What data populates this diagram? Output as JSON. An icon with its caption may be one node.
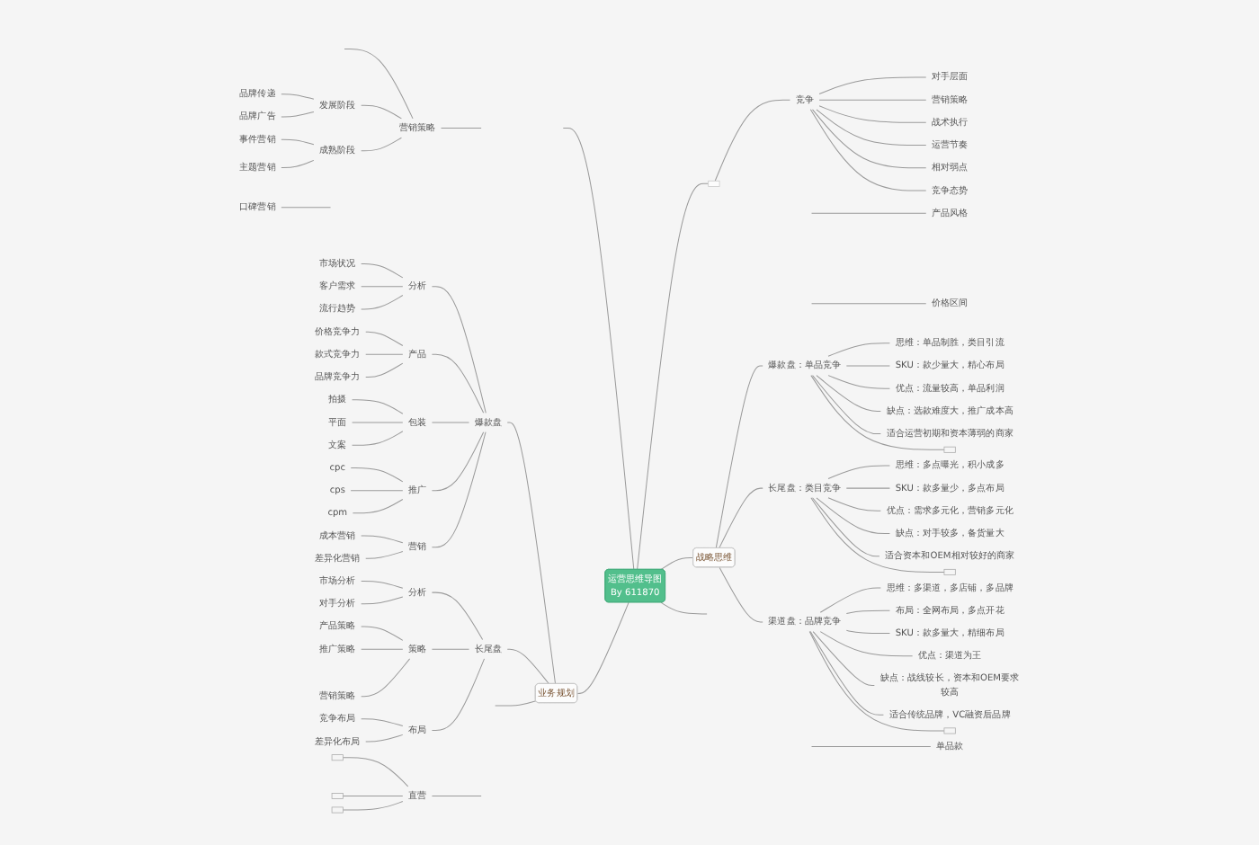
{
  "diagram": {
    "nodes": [
      {
        "text": [
          "运营思维导图",
          "By 611870"
        ]
      },
      {
        "text": [
          "营销策略"
        ]
      },
      {
        "text": [
          "口碑营销"
        ]
      },
      {
        "text": [
          "发展阶段"
        ]
      },
      {
        "text": [
          "品牌传递"
        ]
      },
      {
        "text": [
          "品牌广告"
        ]
      },
      {
        "text": [
          "成熟阶段"
        ]
      },
      {
        "text": [
          "事件营销"
        ]
      },
      {
        "text": [
          "主题营销"
        ]
      },
      {
        "text": [],
        "shape": "box"
      },
      {
        "text": [
          "产品风格"
        ]
      },
      {
        "text": [
          "价格区间"
        ]
      },
      {
        "text": [
          "竞争"
        ]
      },
      {
        "text": [
          "对手层面"
        ]
      },
      {
        "text": [
          "营销策略"
        ]
      },
      {
        "text": [
          "战术执行"
        ]
      },
      {
        "text": [
          "运营节奏"
        ]
      },
      {
        "text": [
          "相对弱点"
        ]
      },
      {
        "text": [
          "竞争态势"
        ]
      },
      {
        "text": [
          "战略思维"
        ]
      },
      {
        "text": [
          "爆款盘：单品竞争"
        ]
      },
      {
        "text": [
          "思维：单品制胜，类目引流"
        ]
      },
      {
        "text": [
          "SKU：款少量大，精心布局"
        ]
      },
      {
        "text": [
          "优点：流量较高，单品利润"
        ]
      },
      {
        "text": [
          "缺点：选款难度大，推广成本高"
        ]
      },
      {
        "text": [
          "适合运营初期和资本薄弱的商家"
        ]
      },
      {
        "text": [],
        "shape": "box"
      },
      {
        "text": [
          "长尾盘：类目竞争"
        ]
      },
      {
        "text": [
          "思维：多点曝光，积小成多"
        ]
      },
      {
        "text": [
          "SKU：款多量少，多点布局"
        ]
      },
      {
        "text": [
          "优点：需求多元化，营销多元化"
        ]
      },
      {
        "text": [
          "缺点：对手较多，备货量大"
        ]
      },
      {
        "text": [
          "适合资本和OEM相对较好的商家"
        ]
      },
      {
        "text": [],
        "shape": "box"
      },
      {
        "text": [
          "渠道盘：品牌竞争"
        ]
      },
      {
        "text": [
          "思维：多渠道，多店铺，多品牌"
        ]
      },
      {
        "text": [
          "布局：全网布局，多点开花"
        ]
      },
      {
        "text": [
          "SKU：款多量大，精细布局"
        ]
      },
      {
        "text": [
          "优点：渠道为王"
        ]
      },
      {
        "text": [
          "缺点：战线较长，资本和OEM要求较高"
        ]
      },
      {
        "text": [
          "适合传统品牌，VC融资后品牌"
        ]
      },
      {
        "text": [],
        "shape": "box"
      },
      {
        "text": [
          "单品款"
        ]
      },
      {
        "text": [
          "业务规划"
        ]
      },
      {
        "text": [
          "爆款盘"
        ]
      },
      {
        "text": [
          "分析"
        ]
      },
      {
        "text": [
          "市场状况"
        ]
      },
      {
        "text": [
          "客户需求"
        ]
      },
      {
        "text": [
          "流行趋势"
        ]
      },
      {
        "text": [
          "产品"
        ]
      },
      {
        "text": [
          "价格竞争力"
        ]
      },
      {
        "text": [
          "款式竞争力"
        ]
      },
      {
        "text": [
          "品牌竞争力"
        ]
      },
      {
        "text": [
          "包装"
        ]
      },
      {
        "text": [
          "拍摄"
        ]
      },
      {
        "text": [
          "平面"
        ]
      },
      {
        "text": [
          "文案"
        ]
      },
      {
        "text": [
          "推广"
        ]
      },
      {
        "text": [
          "cpc"
        ]
      },
      {
        "text": [
          "cps"
        ]
      },
      {
        "text": [
          "cpm"
        ]
      },
      {
        "text": [
          "营销"
        ]
      },
      {
        "text": [
          "成本营销"
        ]
      },
      {
        "text": [
          "差异化营销"
        ]
      },
      {
        "text": [
          "长尾盘"
        ]
      },
      {
        "text": [
          "分析"
        ]
      },
      {
        "text": [
          "市场分析"
        ]
      },
      {
        "text": [
          "对手分析"
        ]
      },
      {
        "text": [
          "策略"
        ]
      },
      {
        "text": [
          "产品策略"
        ]
      },
      {
        "text": [
          "推广策略"
        ]
      },
      {
        "text": [
          "营销策略"
        ]
      },
      {
        "text": [
          "布局"
        ]
      },
      {
        "text": [
          "竞争布局"
        ]
      },
      {
        "text": [
          "差异化布局"
        ]
      },
      {
        "text": [
          "直营"
        ]
      },
      {
        "text": [],
        "shape": "box"
      },
      {
        "text": [],
        "shape": "box"
      },
      {
        "text": [],
        "shape": "box"
      }
    ],
    "edges": [
      {
        "from": null,
        "to": 0,
        "arrow": "none"
      },
      {
        "from": 0,
        "to": 9,
        "arrow": "none"
      },
      {
        "from": 0,
        "to": 19,
        "arrow": "none"
      },
      {
        "from": 43,
        "to": 0,
        "arrow": "none"
      },
      {
        "from": 0,
        "to": null,
        "arrow": "none"
      },
      {
        "from": 1,
        "to": null,
        "arrow": "none"
      },
      {
        "from": null,
        "to": 1,
        "arrow": "none"
      },
      {
        "from": 2,
        "to": null,
        "arrow": "none"
      },
      {
        "from": 3,
        "to": 1,
        "arrow": "none"
      },
      {
        "from": 4,
        "to": 3,
        "arrow": "none"
      },
      {
        "from": 5,
        "to": 3,
        "arrow": "none"
      },
      {
        "from": 6,
        "to": 1,
        "arrow": "none"
      },
      {
        "from": 7,
        "to": 6,
        "arrow": "none"
      },
      {
        "from": 8,
        "to": 6,
        "arrow": "none"
      },
      {
        "from": null,
        "to": 10,
        "arrow": "none"
      },
      {
        "from": null,
        "to": 11,
        "arrow": "none"
      },
      {
        "from": 9,
        "to": 12,
        "arrow": "none"
      },
      {
        "from": 12,
        "to": 13,
        "arrow": "none"
      },
      {
        "from": 12,
        "to": 14,
        "arrow": "none"
      },
      {
        "from": 12,
        "to": 15,
        "arrow": "none"
      },
      {
        "from": 12,
        "to": 16,
        "arrow": "none"
      },
      {
        "from": 12,
        "to": 17,
        "arrow": "none"
      },
      {
        "from": 12,
        "to": 18,
        "arrow": "none"
      },
      {
        "from": 19,
        "to": 20,
        "arrow": "none"
      },
      {
        "from": 20,
        "to": 21,
        "arrow": "none"
      },
      {
        "from": 20,
        "to": 22,
        "arrow": "none"
      },
      {
        "from": 20,
        "to": 23,
        "arrow": "none"
      },
      {
        "from": 20,
        "to": 24,
        "arrow": "none"
      },
      {
        "from": 20,
        "to": 25,
        "arrow": "none"
      },
      {
        "from": 20,
        "to": 26,
        "arrow": "none"
      },
      {
        "from": 19,
        "to": 27,
        "arrow": "none"
      },
      {
        "from": 27,
        "to": 28,
        "arrow": "none"
      },
      {
        "from": 27,
        "to": 29,
        "arrow": "none"
      },
      {
        "from": 27,
        "to": 30,
        "arrow": "none"
      },
      {
        "from": 27,
        "to": 31,
        "arrow": "none"
      },
      {
        "from": 27,
        "to": 32,
        "arrow": "none"
      },
      {
        "from": 27,
        "to": 33,
        "arrow": "none"
      },
      {
        "from": 19,
        "to": 34,
        "arrow": "none"
      },
      {
        "from": 34,
        "to": 35,
        "arrow": "none"
      },
      {
        "from": 34,
        "to": 36,
        "arrow": "none"
      },
      {
        "from": 34,
        "to": 37,
        "arrow": "none"
      },
      {
        "from": 34,
        "to": 38,
        "arrow": "none"
      },
      {
        "from": 34,
        "to": 39,
        "arrow": "none"
      },
      {
        "from": 34,
        "to": 40,
        "arrow": "none"
      },
      {
        "from": 34,
        "to": 41,
        "arrow": "none"
      },
      {
        "from": null,
        "to": 42,
        "arrow": "none"
      },
      {
        "from": 44,
        "to": 43,
        "arrow": "none"
      },
      {
        "from": 45,
        "to": 44,
        "arrow": "none"
      },
      {
        "from": 46,
        "to": 45,
        "arrow": "none"
      },
      {
        "from": 47,
        "to": 45,
        "arrow": "none"
      },
      {
        "from": 48,
        "to": 45,
        "arrow": "none"
      },
      {
        "from": 49,
        "to": 44,
        "arrow": "none"
      },
      {
        "from": 50,
        "to": 49,
        "arrow": "none"
      },
      {
        "from": 51,
        "to": 49,
        "arrow": "none"
      },
      {
        "from": 52,
        "to": 49,
        "arrow": "none"
      },
      {
        "from": 53,
        "to": 44,
        "arrow": "none"
      },
      {
        "from": 54,
        "to": 53,
        "arrow": "none"
      },
      {
        "from": 55,
        "to": 53,
        "arrow": "none"
      },
      {
        "from": 56,
        "to": 53,
        "arrow": "none"
      },
      {
        "from": 57,
        "to": 44,
        "arrow": "none"
      },
      {
        "from": 58,
        "to": 57,
        "arrow": "none"
      },
      {
        "from": 59,
        "to": 57,
        "arrow": "none"
      },
      {
        "from": 60,
        "to": 57,
        "arrow": "none"
      },
      {
        "from": 61,
        "to": 44,
        "arrow": "none"
      },
      {
        "from": 62,
        "to": 61,
        "arrow": "none"
      },
      {
        "from": 63,
        "to": 61,
        "arrow": "none"
      },
      {
        "from": 64,
        "to": 43,
        "arrow": "none"
      },
      {
        "from": 65,
        "to": 64,
        "arrow": "none"
      },
      {
        "from": 66,
        "to": 65,
        "arrow": "none"
      },
      {
        "from": 67,
        "to": 65,
        "arrow": "none"
      },
      {
        "from": 68,
        "to": 64,
        "arrow": "none"
      },
      {
        "from": 69,
        "to": 68,
        "arrow": "none"
      },
      {
        "from": 70,
        "to": 68,
        "arrow": "none"
      },
      {
        "from": 71,
        "to": 68,
        "arrow": "none"
      },
      {
        "from": 72,
        "to": 64,
        "arrow": "none"
      },
      {
        "from": 73,
        "to": 72,
        "arrow": "none"
      },
      {
        "from": 74,
        "to": 72,
        "arrow": "none"
      },
      {
        "from": null,
        "to": 43,
        "arrow": "none"
      },
      {
        "from": 75,
        "to": null,
        "arrow": "none"
      },
      {
        "from": 76,
        "to": 75,
        "arrow": "none"
      },
      {
        "from": 77,
        "to": 75,
        "arrow": "none"
      },
      {
        "from": 78,
        "to": 75,
        "arrow": "none"
      }
    ]
  }
}
